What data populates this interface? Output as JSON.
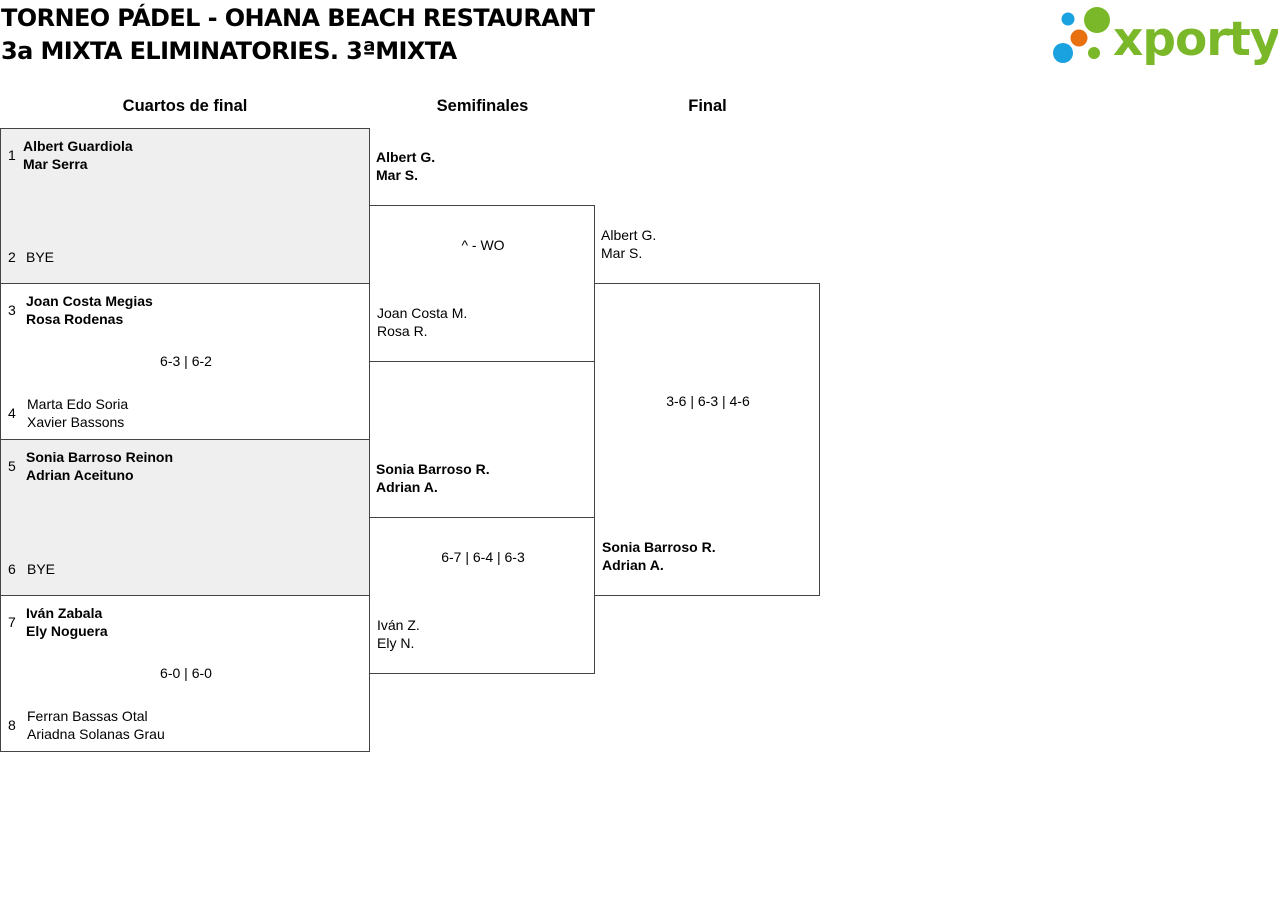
{
  "header": {
    "title_line1": "TORNEO PÁDEL - OHANA BEACH RESTAURANT",
    "title_line2": "3a MIXTA ELIMINATORIES. 3ªMIXTA",
    "logo_text": "xporty",
    "colors": {
      "logo_green": "#7ab829",
      "logo_blue": "#1aa1e0",
      "logo_orange": "#e8700f"
    }
  },
  "rounds": {
    "quarter": "Cuartos de final",
    "semi": "Semifinales",
    "final": "Final"
  },
  "quarterfinals": [
    {
      "p1": {
        "seed": "1",
        "name1": "Albert Guardiola",
        "name2": "Mar Serra",
        "winner": true
      },
      "p2": {
        "seed": "2",
        "name1": "BYE",
        "name2": "",
        "winner": false
      },
      "score": "",
      "bye": true
    },
    {
      "p1": {
        "seed": "3",
        "name1": "Joan Costa Megias",
        "name2": "Rosa Rodenas",
        "winner": true
      },
      "p2": {
        "seed": "4",
        "name1": "Marta Edo Soria",
        "name2": "Xavier Bassons",
        "winner": false
      },
      "score": "6-3 | 6-2",
      "bye": false
    },
    {
      "p1": {
        "seed": "5",
        "name1": "Sonia Barroso Reinon",
        "name2": "Adrian Aceituno",
        "winner": true
      },
      "p2": {
        "seed": "6",
        "name1": "BYE",
        "name2": "",
        "winner": false
      },
      "score": "",
      "bye": true
    },
    {
      "p1": {
        "seed": "7",
        "name1": "Iván Zabala",
        "name2": "Ely Noguera",
        "winner": true
      },
      "p2": {
        "seed": "8",
        "name1": "Ferran Bassas Otal",
        "name2": "Ariadna Solanas Grau",
        "winner": false
      },
      "score": "6-0 | 6-0",
      "bye": false
    }
  ],
  "semifinals": [
    {
      "p1": {
        "name1": "Albert G.",
        "name2": "Mar S.",
        "winner": true
      },
      "p2": {
        "name1": "Joan Costa M.",
        "name2": "Rosa R.",
        "winner": false
      },
      "score": "^ - WO"
    },
    {
      "p1": {
        "name1": "Sonia Barroso R.",
        "name2": "Adrian A.",
        "winner": true
      },
      "p2": {
        "name1": "Iván Z.",
        "name2": "Ely N.",
        "winner": false
      },
      "score": "6-7 | 6-4 | 6-3"
    }
  ],
  "final": {
    "p1": {
      "name1": "Albert G.",
      "name2": "Mar S.",
      "winner": false
    },
    "p2": {
      "name1": "Sonia Barroso R.",
      "name2": "Adrian A.",
      "winner": true
    },
    "score": "3-6 | 6-3 | 4-6"
  }
}
